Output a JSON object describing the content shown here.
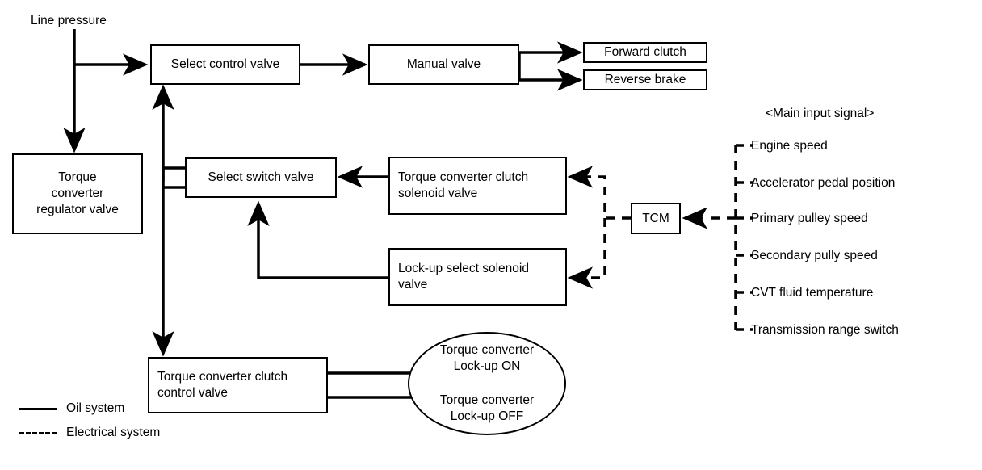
{
  "diagram": {
    "title_label": "Line pressure",
    "main_input_heading": "<Main input signal>",
    "colors": {
      "line": "#000000",
      "background": "#ffffff",
      "text": "#000000"
    },
    "boxes": {
      "select_control_valve": "Select control valve",
      "manual_valve": "Manual valve",
      "forward_clutch": "Forward clutch",
      "reverse_brake": "Reverse brake",
      "torque_converter_regulator_valve": "Torque\nconverter\nregulator valve",
      "select_switch_valve": "Select switch valve",
      "torque_converter_clutch_solenoid_valve": "Torque converter clutch\nsolenoid valve",
      "lock_up_select_solenoid_valve": "Lock-up select solenoid\nvalve",
      "tcm": "TCM",
      "torque_converter_clutch_control_valve": "Torque converter clutch\ncontrol valve"
    },
    "ellipse": {
      "lock_up_on": "Torque converter\nLock-up ON",
      "lock_up_off": "Torque converter\nLock-up OFF"
    },
    "input_signals": [
      "Engine speed",
      "Accelerator pedal position",
      "Primary pulley speed",
      "Secondary pully speed",
      "CVT fluid temperature",
      "Transmission range switch"
    ],
    "legend": [
      {
        "style": "solid",
        "label": "Oil system"
      },
      {
        "style": "dashed",
        "label": "Electrical system"
      }
    ]
  }
}
